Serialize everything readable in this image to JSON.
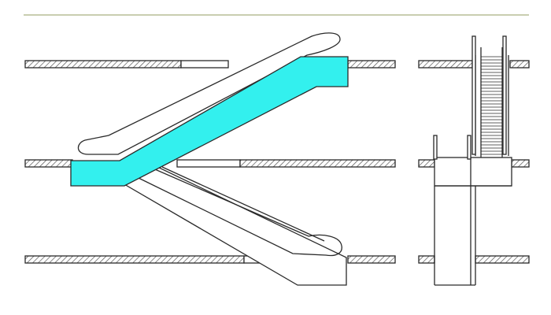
{
  "title": "",
  "views": [
    {
      "name": "section",
      "description": ""
    },
    {
      "name": "front-elevation",
      "description": ""
    }
  ],
  "colors": {
    "background": "#ffffff",
    "rule": "#c9ceb0",
    "line": "#2a2a2a",
    "hatch": "#555555",
    "highlight_fill": "#33f0ee"
  },
  "floor_levels": 3,
  "escalator_flights": 2,
  "highlighted_flight": "upper"
}
